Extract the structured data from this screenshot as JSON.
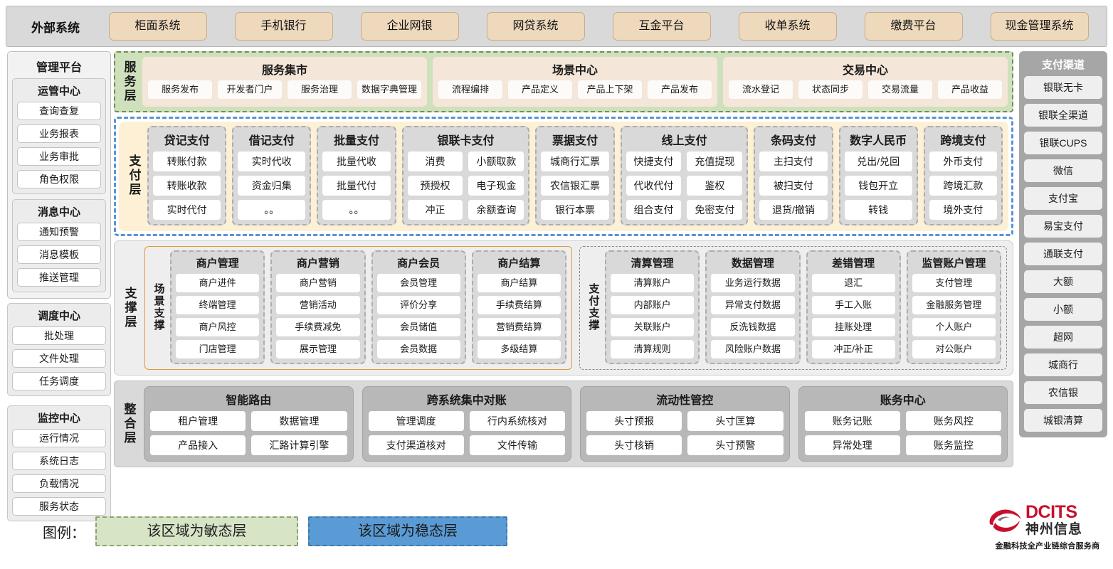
{
  "external": {
    "title": "外部系统",
    "items": [
      "柜面系统",
      "手机银行",
      "企业网银",
      "网贷系统",
      "互金平台",
      "收单系统",
      "缴费平台",
      "现金管理系统"
    ]
  },
  "management": {
    "title": "管理平台",
    "groups": [
      {
        "title": "运管中心",
        "items": [
          "查询查复",
          "业务报表",
          "业务审批",
          "角色权限"
        ]
      },
      {
        "title": "消息中心",
        "items": [
          "通知预警",
          "消息模板",
          "推送管理"
        ]
      }
    ],
    "standalone_groups": [
      {
        "title": "调度中心",
        "items": [
          "批处理",
          "文件处理",
          "任务调度"
        ]
      },
      {
        "title": "监控中心",
        "items": [
          "运行情况",
          "系统日志",
          "负载情况",
          "服务状态"
        ]
      }
    ]
  },
  "service_layer": {
    "label": "服务层",
    "boxes": [
      {
        "title": "服务集市",
        "items": [
          "服务发布",
          "开发者门户",
          "服务治理",
          "数据字典管理"
        ]
      },
      {
        "title": "场景中心",
        "items": [
          "流程编排",
          "产品定义",
          "产品上下架",
          "产品发布"
        ]
      },
      {
        "title": "交易中心",
        "items": [
          "流水登记",
          "状态同步",
          "交易流量",
          "产品收益"
        ]
      }
    ]
  },
  "payment_layer": {
    "label": "支付层",
    "cards": [
      {
        "title": "贷记支付",
        "width": 1,
        "columns": 1,
        "items": [
          "转账付款",
          "转账收款",
          "实时代付"
        ]
      },
      {
        "title": "借记支付",
        "width": 1,
        "columns": 1,
        "items": [
          "实时代收",
          "资金归集",
          "。。"
        ]
      },
      {
        "title": "批量支付",
        "width": 1,
        "columns": 1,
        "items": [
          "批量代收",
          "批量代付",
          "。。"
        ]
      },
      {
        "title": "银联卡支付",
        "width": 2,
        "columns": 2,
        "items": [
          "消费",
          "小额取款",
          "预授权",
          "电子现金",
          "冲正",
          "余额查询"
        ]
      },
      {
        "title": "票据支付",
        "width": 1,
        "columns": 1,
        "items": [
          "城商行汇票",
          "农信银汇票",
          "银行本票"
        ]
      },
      {
        "title": "线上支付",
        "width": 2,
        "columns": 2,
        "items": [
          "快捷支付",
          "充值提现",
          "代收代付",
          "鉴权",
          "组合支付",
          "免密支付"
        ]
      },
      {
        "title": "条码支付",
        "width": 1,
        "columns": 1,
        "items": [
          "主扫支付",
          "被扫支付",
          "退货/撤销"
        ]
      },
      {
        "title": "数字人民币",
        "width": 1,
        "columns": 1,
        "items": [
          "兑出/兑回",
          "钱包开立",
          "转钱"
        ]
      },
      {
        "title": "跨境支付",
        "width": 1,
        "columns": 1,
        "items": [
          "外币支付",
          "跨境汇款",
          "境外支付"
        ]
      }
    ]
  },
  "support_layer": {
    "label": "支撑层",
    "groups": [
      {
        "label": "场景支撑",
        "style": "scene",
        "cards": [
          {
            "title": "商户管理",
            "items": [
              "商户进件",
              "终端管理",
              "商户风控",
              "门店管理"
            ]
          },
          {
            "title": "商户营销",
            "items": [
              "商户营销",
              "营销活动",
              "手续费减免",
              "展示管理"
            ]
          },
          {
            "title": "商户会员",
            "items": [
              "会员管理",
              "评价分享",
              "会员储值",
              "会员数据"
            ]
          },
          {
            "title": "商户结算",
            "items": [
              "商户结算",
              "手续费结算",
              "营销费结算",
              "多级结算"
            ]
          }
        ]
      },
      {
        "label": "支付支撑",
        "style": "paysup",
        "cards": [
          {
            "title": "清算管理",
            "items": [
              "清算账户",
              "内部账户",
              "关联账户",
              "清算规则"
            ]
          },
          {
            "title": "数据管理",
            "items": [
              "业务运行数据",
              "异常支付数据",
              "反洗钱数据",
              "风险账户数据"
            ]
          },
          {
            "title": "差错管理",
            "items": [
              "退汇",
              "手工入账",
              "挂账处理",
              "冲正/补正"
            ]
          },
          {
            "title": "监管账户管理",
            "items": [
              "支付管理",
              "金融服务管理",
              "个人账户",
              "对公账户"
            ]
          }
        ]
      }
    ]
  },
  "integration_layer": {
    "label": "整合层",
    "cards": [
      {
        "title": "智能路由",
        "items": [
          "租户管理",
          "数据管理",
          "产品接入",
          "汇路计算引擎"
        ]
      },
      {
        "title": "跨系统集中对账",
        "items": [
          "管理调度",
          "行内系统核对",
          "支付渠道核对",
          "文件传输"
        ]
      },
      {
        "title": "流动性管控",
        "items": [
          "头寸预报",
          "头寸匡算",
          "头寸核销",
          "头寸预警"
        ]
      },
      {
        "title": "账务中心",
        "items": [
          "账务记账",
          "账务风控",
          "异常处理",
          "账务监控"
        ]
      }
    ]
  },
  "channels": {
    "title": "支付渠道",
    "items": [
      "银联无卡",
      "银联全渠道",
      "银联CUPS",
      "微信",
      "支付宝",
      "易宝支付",
      "通联支付",
      "大额",
      "小额",
      "超网",
      "城商行",
      "农信银",
      "城银清算"
    ]
  },
  "legend": {
    "label": "图例：",
    "agile_text": "该区域为敏态层",
    "stable_text": "该区域为稳态层",
    "agile_color": "#d7e4c6",
    "stable_color": "#5b9bd5"
  },
  "logo": {
    "en": "DCITS",
    "cn": "神州信息",
    "tagline": "金融科技全产业链综合服务商",
    "brand_color": "#c8102e"
  }
}
